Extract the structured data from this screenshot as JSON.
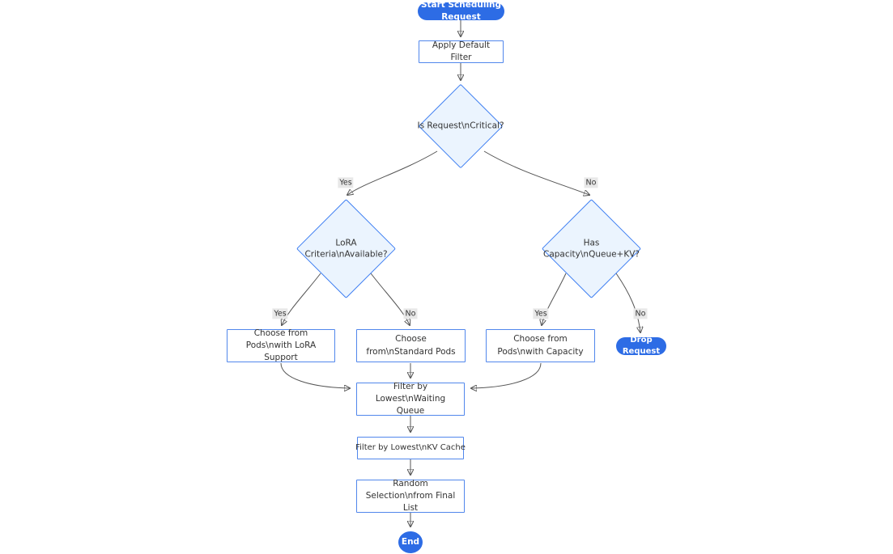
{
  "diagram": {
    "type": "flowchart",
    "direction": "top-down",
    "nodes": [
      {
        "id": "start",
        "shape": "stadium",
        "label": "Start Scheduling Request"
      },
      {
        "id": "apply_default_filter",
        "shape": "rect",
        "label": "Apply Default Filter"
      },
      {
        "id": "is_request_critical",
        "shape": "diamond",
        "label": "Is Request\\nCritical?"
      },
      {
        "id": "lora_criteria_available",
        "shape": "diamond",
        "label": "LoRA Criteria\\nAvailable?"
      },
      {
        "id": "has_capacity_queue_kv",
        "shape": "diamond",
        "label": "Has Capacity\\nQueue+KV?"
      },
      {
        "id": "choose_pods_lora",
        "shape": "rect",
        "label": "Choose from Pods\\nwith LoRA Support"
      },
      {
        "id": "choose_standard_pods",
        "shape": "rect",
        "label": "Choose from\\nStandard Pods"
      },
      {
        "id": "choose_pods_capacity",
        "shape": "rect",
        "label": "Choose from Pods\\nwith Capacity"
      },
      {
        "id": "drop_request",
        "shape": "stadium",
        "label": "Drop Request"
      },
      {
        "id": "filter_waiting_queue",
        "shape": "rect",
        "label": "Filter by Lowest\\nWaiting Queue"
      },
      {
        "id": "filter_kv_cache",
        "shape": "rect",
        "label": "Filter by Lowest\\nKV Cache"
      },
      {
        "id": "random_selection",
        "shape": "rect",
        "label": "Random Selection\\nfrom Final List"
      },
      {
        "id": "end",
        "shape": "circle",
        "label": "End"
      }
    ],
    "edges": [
      {
        "from": "start",
        "to": "apply_default_filter",
        "label": ""
      },
      {
        "from": "apply_default_filter",
        "to": "is_request_critical",
        "label": ""
      },
      {
        "from": "is_request_critical",
        "to": "lora_criteria_available",
        "label": "Yes"
      },
      {
        "from": "is_request_critical",
        "to": "has_capacity_queue_kv",
        "label": "No"
      },
      {
        "from": "lora_criteria_available",
        "to": "choose_pods_lora",
        "label": "Yes"
      },
      {
        "from": "lora_criteria_available",
        "to": "choose_standard_pods",
        "label": "No"
      },
      {
        "from": "has_capacity_queue_kv",
        "to": "choose_pods_capacity",
        "label": "Yes"
      },
      {
        "from": "has_capacity_queue_kv",
        "to": "drop_request",
        "label": "No"
      },
      {
        "from": "choose_pods_lora",
        "to": "filter_waiting_queue",
        "label": ""
      },
      {
        "from": "choose_standard_pods",
        "to": "filter_waiting_queue",
        "label": ""
      },
      {
        "from": "choose_pods_capacity",
        "to": "filter_waiting_queue",
        "label": ""
      },
      {
        "from": "filter_waiting_queue",
        "to": "filter_kv_cache",
        "label": ""
      },
      {
        "from": "filter_kv_cache",
        "to": "random_selection",
        "label": ""
      },
      {
        "from": "random_selection",
        "to": "end",
        "label": ""
      }
    ]
  },
  "colors": {
    "accent_blue": "#2d6ce5",
    "node_border_blue": "#5187ec",
    "diamond_border_blue": "#3c7df2",
    "diamond_fill": "#ebf4fe",
    "edge_line": "#555555",
    "edge_label_bg": "#e8e8e8",
    "text_dark": "#333333",
    "background": "#ffffff"
  }
}
